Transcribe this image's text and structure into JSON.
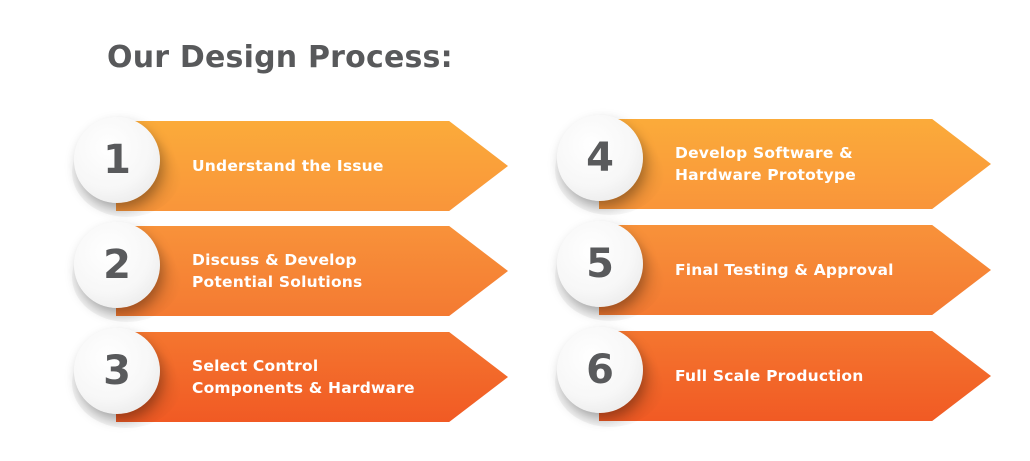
{
  "title": "Our Design Process:",
  "colors": {
    "title": "#58595b",
    "number": "#595a5c",
    "row1_top": "#fbab3a",
    "row1_bottom": "#f9953a",
    "row2_top": "#f8923a",
    "row2_bottom": "#f47a32",
    "row3_top": "#f4762f",
    "row3_bottom": "#f15a24"
  },
  "steps": [
    {
      "number": "1",
      "label": "Understand the Issue"
    },
    {
      "number": "2",
      "label": "Discuss & Develop\nPotential Solutions"
    },
    {
      "number": "3",
      "label": "Select Control\nComponents & Hardware"
    },
    {
      "number": "4",
      "label": "Develop Software &\nHardware Prototype"
    },
    {
      "number": "5",
      "label": "Final Testing & Approval"
    },
    {
      "number": "6",
      "label": "Full Scale Production"
    }
  ]
}
